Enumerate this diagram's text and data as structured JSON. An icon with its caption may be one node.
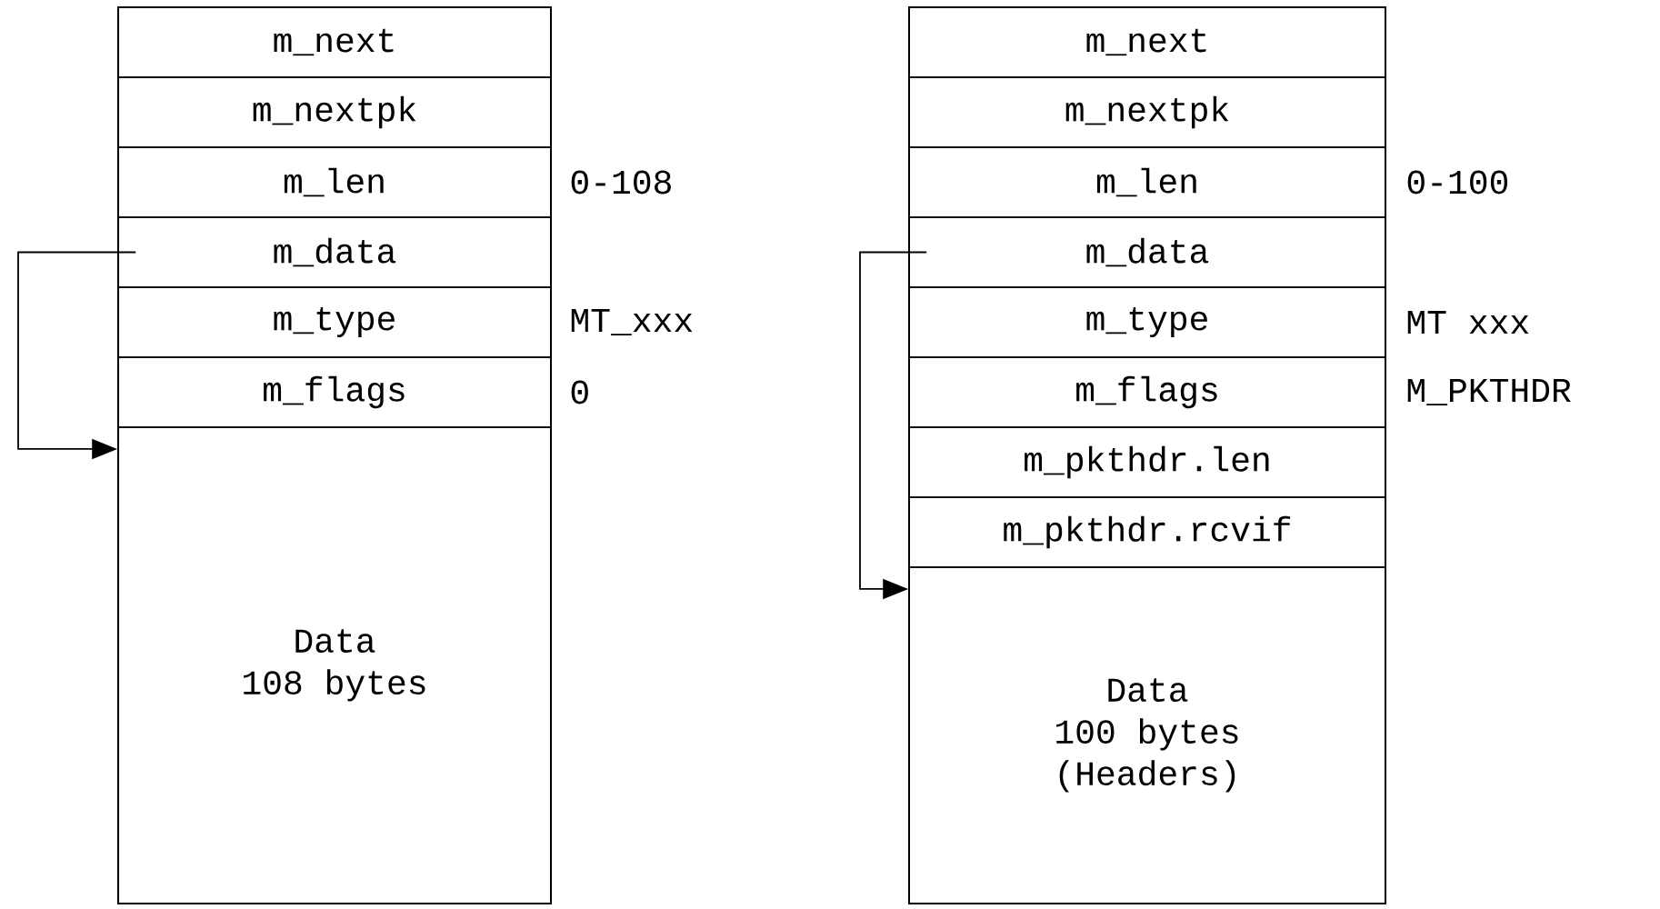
{
  "diagram": {
    "nodes": [
      {
        "text": [],
        "shape": "box"
      },
      {
        "text": [
          "m_next"
        ],
        "in": 0
      },
      {
        "text": [
          "m_nextpk"
        ],
        "in": 0
      },
      {
        "text": [
          "m_len"
        ],
        "in": 0,
        "beside": [
          "0-108"
        ]
      },
      {
        "text": [
          "m_data"
        ],
        "in": 0
      },
      {
        "text": [
          "m_type"
        ],
        "in": 0,
        "beside": [
          "MT_xxx"
        ]
      },
      {
        "text": [
          "m_flags"
        ],
        "in": 0,
        "beside": [
          "0"
        ]
      },
      {
        "text": [
          "Data",
          "108 bytes"
        ],
        "in": 0
      },
      {
        "text": [],
        "shape": "box"
      },
      {
        "text": [
          "m_next"
        ],
        "in": 8
      },
      {
        "text": [
          "m_nextpk"
        ],
        "in": 8
      },
      {
        "text": [
          "m_len"
        ],
        "in": 8,
        "beside": [
          "0-100"
        ]
      },
      {
        "text": [
          "m_data"
        ],
        "in": 8
      },
      {
        "text": [
          "m_type"
        ],
        "in": 8,
        "beside": [
          "MT xxx"
        ]
      },
      {
        "text": [
          "m_flags"
        ],
        "in": 8,
        "beside": [
          "M_PKTHDR"
        ]
      },
      {
        "text": [
          "m_pkthdr.len"
        ],
        "in": 8
      },
      {
        "text": [
          "m_pkthdr.rcvif"
        ],
        "in": 8
      },
      {
        "text": [
          "Data",
          "100 bytes",
          "(Headers)"
        ],
        "in": 8
      }
    ],
    "edges": [
      {
        "from": 4,
        "to": 7,
        "arrow": "to"
      },
      {
        "from": 12,
        "to": 17,
        "arrow": "to"
      }
    ]
  }
}
